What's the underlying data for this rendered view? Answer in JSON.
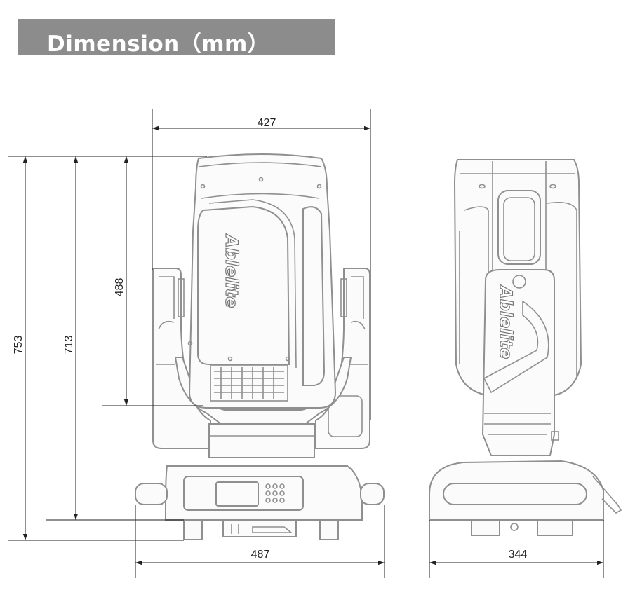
{
  "header": {
    "title": "Dimension（mm）"
  },
  "brand": {
    "logo_text": "Ablelite"
  },
  "dimensions": {
    "front_width_head": "427",
    "total_height": "753",
    "height_to_base_top": "713",
    "head_height": "488",
    "base_width": "487",
    "side_depth": "344"
  },
  "colors": {
    "banner": "#8c8c8c",
    "outline": "#8f8f8f",
    "dimension_line": "#222222"
  }
}
